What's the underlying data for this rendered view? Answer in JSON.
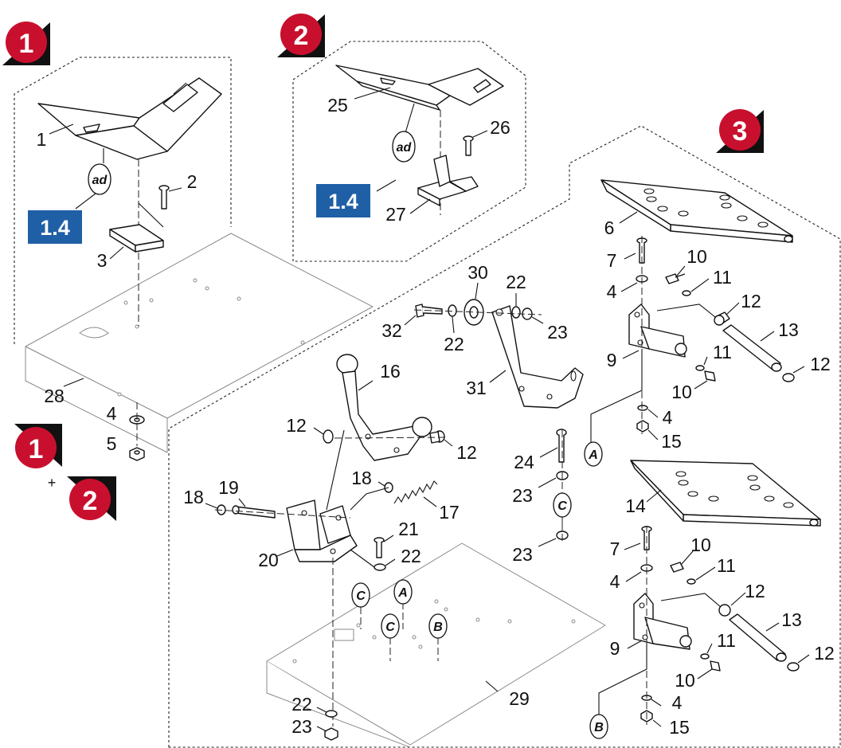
{
  "diagram": {
    "steps": [
      {
        "id": "step1",
        "label": "1"
      },
      {
        "id": "step2",
        "label": "2"
      },
      {
        "id": "step3",
        "label": "3"
      },
      {
        "id": "step12a",
        "label": "1"
      },
      {
        "id": "step12b",
        "label": "2"
      }
    ],
    "plus_sign": "+",
    "badges": [
      {
        "id": "badge1",
        "label": "1.4"
      },
      {
        "id": "badge2",
        "label": "1.4"
      }
    ],
    "oval_labels": [
      {
        "id": "ad1",
        "text": "ad"
      },
      {
        "id": "ad2",
        "text": "ad"
      },
      {
        "id": "A1",
        "text": "A"
      },
      {
        "id": "A2",
        "text": "A"
      },
      {
        "id": "B1",
        "text": "B"
      },
      {
        "id": "B2",
        "text": "B"
      },
      {
        "id": "C1",
        "text": "C"
      },
      {
        "id": "C2",
        "text": "C"
      },
      {
        "id": "C3",
        "text": "C"
      }
    ],
    "part_numbers": [
      {
        "id": "n1",
        "text": "1"
      },
      {
        "id": "n2",
        "text": "2"
      },
      {
        "id": "n3",
        "text": "3"
      },
      {
        "id": "n4a",
        "text": "4"
      },
      {
        "id": "n5",
        "text": "5"
      },
      {
        "id": "n28",
        "text": "28"
      },
      {
        "id": "n25",
        "text": "25"
      },
      {
        "id": "n26",
        "text": "26"
      },
      {
        "id": "n27",
        "text": "27"
      },
      {
        "id": "n6",
        "text": "6"
      },
      {
        "id": "n7a",
        "text": "7"
      },
      {
        "id": "n10a",
        "text": "10"
      },
      {
        "id": "n4b",
        "text": "4"
      },
      {
        "id": "n11a",
        "text": "11"
      },
      {
        "id": "n12a",
        "text": "12"
      },
      {
        "id": "n13a",
        "text": "13"
      },
      {
        "id": "n9a",
        "text": "9"
      },
      {
        "id": "n11b",
        "text": "11"
      },
      {
        "id": "n12b",
        "text": "12"
      },
      {
        "id": "n10b",
        "text": "10"
      },
      {
        "id": "n4c",
        "text": "4"
      },
      {
        "id": "n15a",
        "text": "15"
      },
      {
        "id": "n30",
        "text": "30"
      },
      {
        "id": "n22a",
        "text": "22"
      },
      {
        "id": "n32",
        "text": "32"
      },
      {
        "id": "n22b",
        "text": "22"
      },
      {
        "id": "n23a",
        "text": "23"
      },
      {
        "id": "n31",
        "text": "31"
      },
      {
        "id": "n16",
        "text": "16"
      },
      {
        "id": "n12c",
        "text": "12"
      },
      {
        "id": "n12d",
        "text": "12"
      },
      {
        "id": "n24",
        "text": "24"
      },
      {
        "id": "n23b",
        "text": "23"
      },
      {
        "id": "n23c",
        "text": "23"
      },
      {
        "id": "n18a",
        "text": "18"
      },
      {
        "id": "n19",
        "text": "19"
      },
      {
        "id": "n18b",
        "text": "18"
      },
      {
        "id": "n17",
        "text": "17"
      },
      {
        "id": "n21",
        "text": "21"
      },
      {
        "id": "n22c",
        "text": "22"
      },
      {
        "id": "n20",
        "text": "20"
      },
      {
        "id": "n29",
        "text": "29"
      },
      {
        "id": "n22d",
        "text": "22"
      },
      {
        "id": "n23d",
        "text": "23"
      },
      {
        "id": "n14",
        "text": "14"
      },
      {
        "id": "n7b",
        "text": "7"
      },
      {
        "id": "n10c",
        "text": "10"
      },
      {
        "id": "n4d",
        "text": "4"
      },
      {
        "id": "n11c",
        "text": "11"
      },
      {
        "id": "n12e",
        "text": "12"
      },
      {
        "id": "n13b",
        "text": "13"
      },
      {
        "id": "n9b",
        "text": "9"
      },
      {
        "id": "n11d",
        "text": "11"
      },
      {
        "id": "n12f",
        "text": "12"
      },
      {
        "id": "n10d",
        "text": "10"
      },
      {
        "id": "n4e",
        "text": "4"
      },
      {
        "id": "n15b",
        "text": "15"
      }
    ],
    "colors": {
      "step_badge": "#c8102e",
      "step_shadow": "#111111",
      "blue_badge": "#1f5fa6",
      "line": "#111111"
    }
  }
}
